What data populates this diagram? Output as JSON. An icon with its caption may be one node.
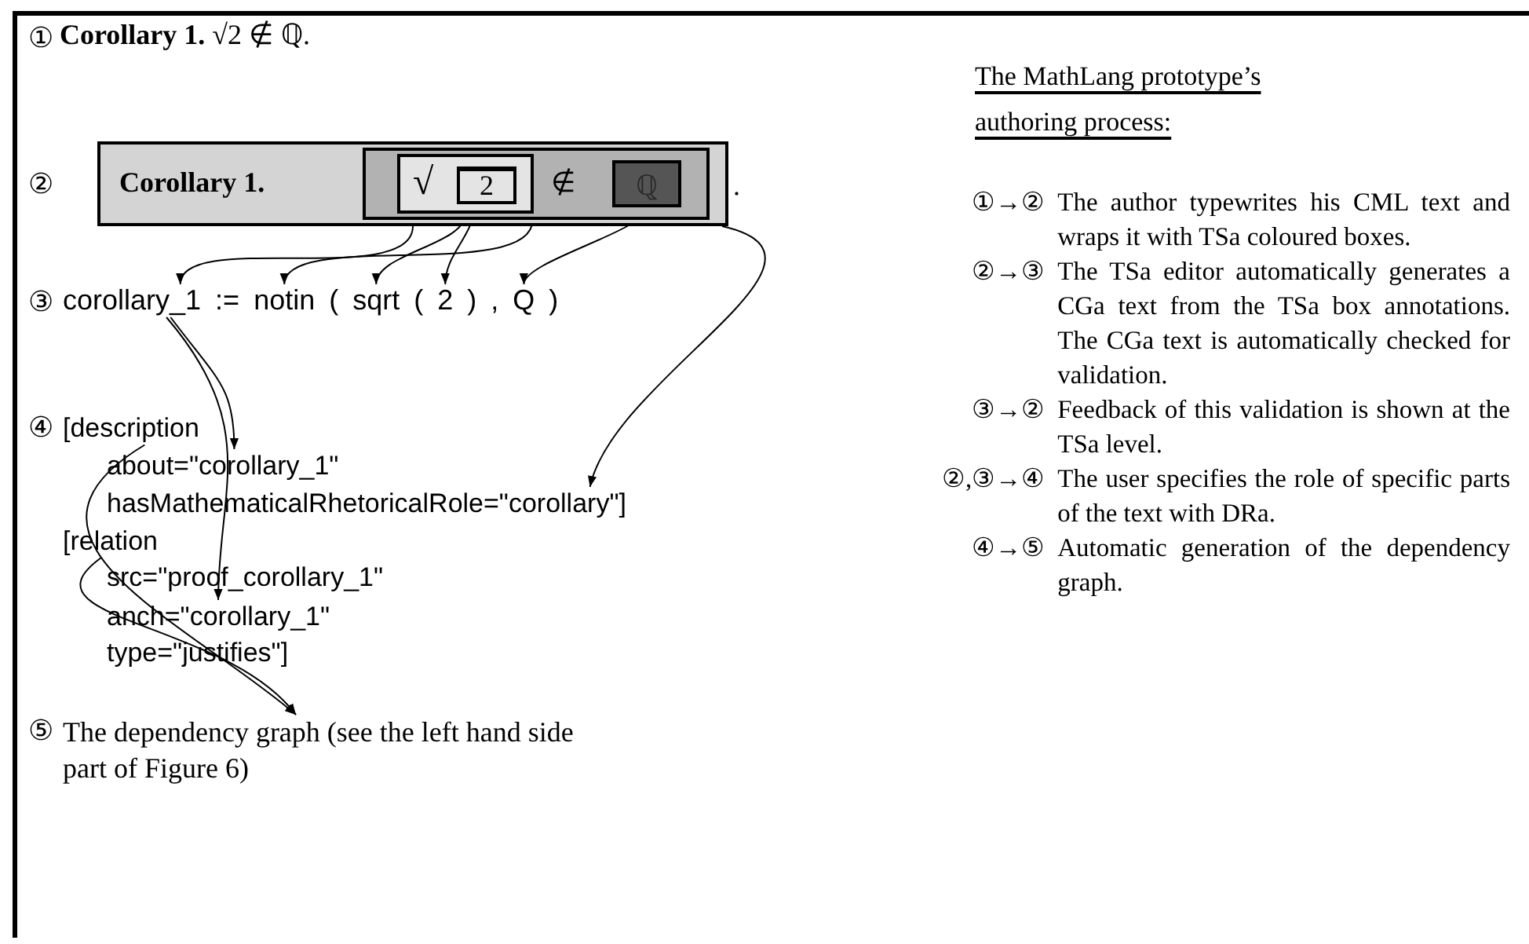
{
  "diagram": {
    "title": "The MathLang prototype’s authoring process:",
    "nodes": [
      {
        "text": [
          "Corollary 1."
        ]
      },
      {
        "text": [
          "∉"
        ],
        "in": 0
      },
      {
        "text": [
          "√"
        ],
        "in": 1
      },
      {
        "text": [
          "2"
        ],
        "in": 2
      },
      {
        "text": [
          "ℚ"
        ],
        "in": 1
      },
      {
        "text": [
          "corollary_1"
        ]
      },
      {
        "text": [
          "notin"
        ]
      },
      {
        "text": [
          "sqrt"
        ]
      },
      {
        "text": [
          "2"
        ]
      },
      {
        "text": [
          "Q"
        ]
      },
      {
        "text": [
          "[description"
        ]
      },
      {
        "text": [
          "about=\"corollary_1\""
        ]
      },
      {
        "text": [
          "hasMathematicalRhetoricalRole=\"corollary\"]"
        ]
      },
      {
        "text": [
          "[relation"
        ]
      },
      {
        "text": [
          "anch=\"corollary_1\""
        ]
      },
      {
        "text": [
          "The dependency graph (see the left hand side part of Figure 6)"
        ]
      }
    ],
    "edges": [
      {
        "from": 0,
        "to": 5,
        "arrow": "to"
      },
      {
        "from": 1,
        "to": 6,
        "arrow": "to"
      },
      {
        "from": 2,
        "to": 7,
        "arrow": "to"
      },
      {
        "from": 3,
        "to": 8,
        "arrow": "to"
      },
      {
        "from": 4,
        "to": 9,
        "arrow": "to"
      },
      {
        "from": 0,
        "to": 12,
        "arrow": "to"
      },
      {
        "from": 5,
        "to": 11,
        "arrow": "to"
      },
      {
        "from": 5,
        "to": 14,
        "arrow": "to"
      },
      {
        "from": 10,
        "to": 15,
        "arrow": "to"
      },
      {
        "from": 13,
        "to": 15,
        "arrow": "to"
      }
    ],
    "labels": [
      "①",
      "**Corollary 1.** √2 ∉ ℚ.",
      "②",
      ".",
      "③",
      ":=",
      "(",
      "(",
      ")",
      ",",
      ")",
      "④",
      "src=\"proof_corollary_1\"",
      "type=\"justifies\"]",
      "⑤",
      "①→②",
      "The author typewrites his CML text and wraps it with TSa coloured boxes.",
      "②→③",
      "The TSa editor automatically generates a CGa text from the TSa box annotations. The CGa text is automatically checked for validation.",
      "③→②",
      "Feedback of this validation is shown at the TSa level.",
      "②,③→④",
      "The user specifies the role of specific parts of the text with DRa.",
      "④→⑤",
      "Automatic generation of the dependency graph."
    ]
  }
}
